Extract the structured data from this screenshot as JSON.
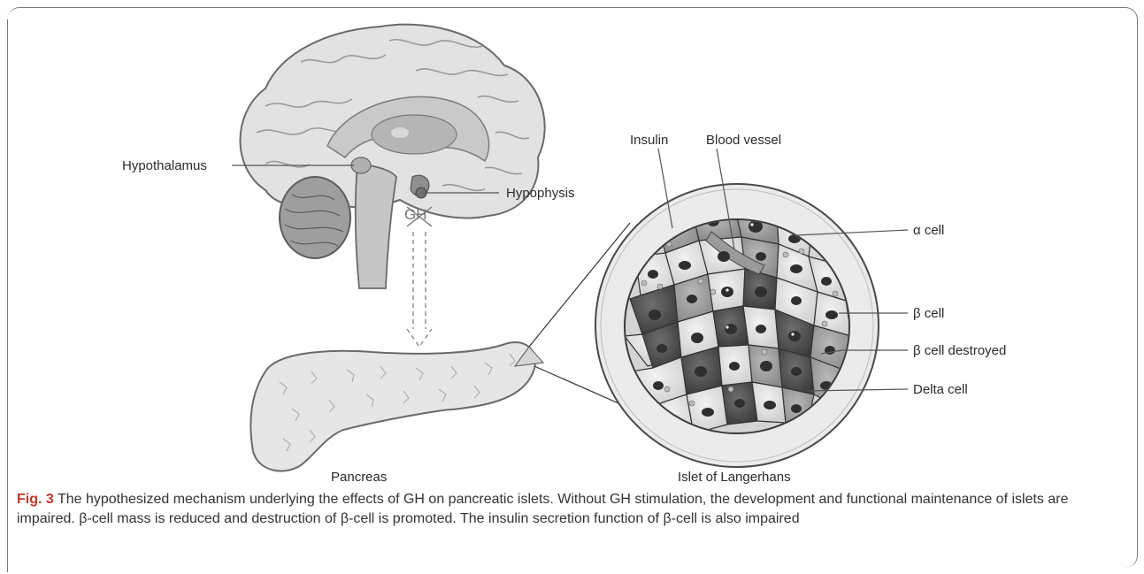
{
  "figure": {
    "labels": {
      "hypothalamus": "Hypothalamus",
      "hypophysis": "Hypophysis",
      "gh": "GH",
      "insulin": "Insulin",
      "blood_vessel": "Blood vessel",
      "alpha_cell": "α cell",
      "beta_cell": "β cell",
      "beta_destroyed": "β cell destroyed",
      "delta_cell": "Delta cell",
      "pancreas": "Pancreas",
      "islet": "Islet of Langerhans"
    }
  },
  "caption": {
    "label": "Fig. 3",
    "text": "The hypothesized mechanism underlying the effects of GH on pancreatic islets. Without GH stimulation, the development and functional maintenance of islets are impaired. β-cell mass is reduced and destruction of β-cell is promoted. The insulin secretion function of β-cell is also impaired"
  }
}
